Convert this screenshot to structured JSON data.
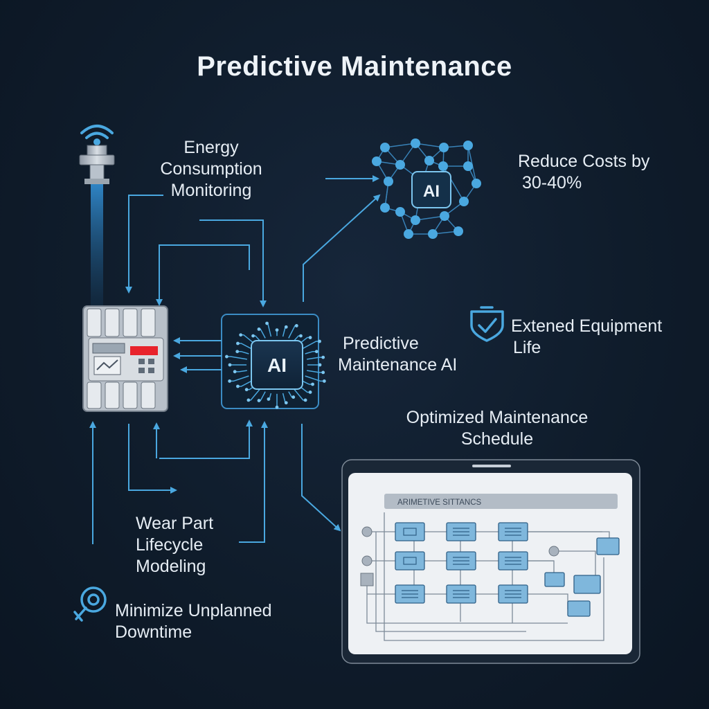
{
  "title": "Predictive Maintenance",
  "labels": {
    "energy": [
      "Energy",
      "Consumption",
      "Monitoring"
    ],
    "costs": [
      "Reduce Costs by",
      "30-40%"
    ],
    "extended": [
      "Extened Equipment",
      "Life"
    ],
    "predictive_ai": [
      "Predictive",
      "Maintenance AI"
    ],
    "optimized": [
      "Optimized Maintenance",
      "Schedule"
    ],
    "wear": [
      "Wear Part",
      "Lifecycle",
      "Modeling"
    ],
    "downtime": [
      "Minimize Unplanned",
      "Downtime"
    ]
  },
  "chip_label": "AI",
  "network_label": "AI",
  "screen_title": "ARIMETIVE SITTANCS",
  "colors": {
    "accent": "#4aa8e0",
    "accent_light": "#7cc6ef",
    "alarm": "#e8232c"
  },
  "icons": [
    "wifi-icon",
    "sensor-mast-icon",
    "shield-check-icon",
    "wrench-gear-icon",
    "chart-icon"
  ]
}
